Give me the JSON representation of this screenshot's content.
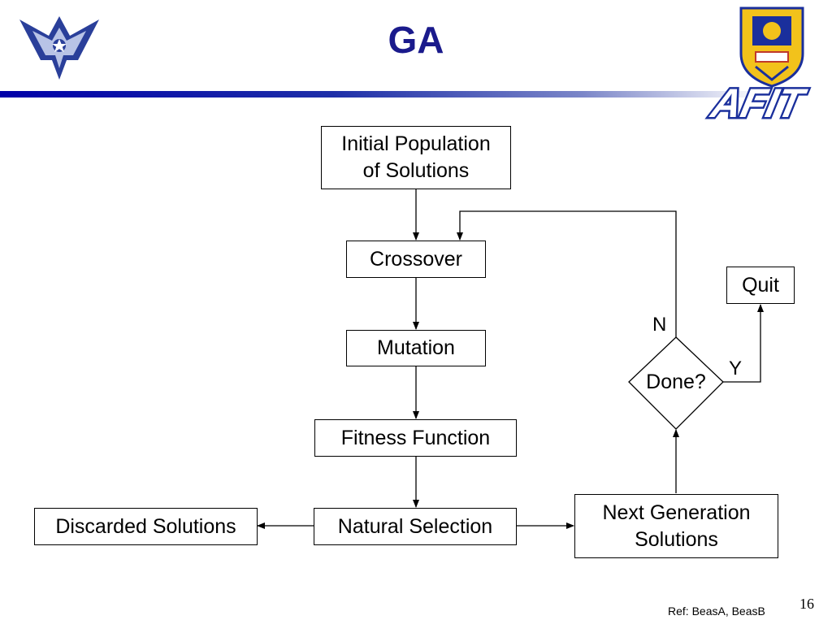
{
  "header": {
    "title": "GA",
    "left_logo_icon": "air-force-wings-logo-icon",
    "right_logo_icon": "afit-crest-logo-icon",
    "right_logo_text": "AFIT"
  },
  "flowchart": {
    "nodes": {
      "initial_population": "Initial Population\nof Solutions",
      "crossover": "Crossover",
      "mutation": "Mutation",
      "fitness_function": "Fitness Function",
      "natural_selection": "Natural Selection",
      "discarded_solutions": "Discarded Solutions",
      "next_generation": "Next Generation\nSolutions",
      "done": "Done?",
      "quit": "Quit"
    },
    "branch_labels": {
      "no": "N",
      "yes": "Y"
    }
  },
  "footer": {
    "reference": "Ref: BeasA, BeasB",
    "page_number": "16"
  },
  "colors": {
    "title": "#1a1a8c",
    "rule_start": "#0000a8",
    "logo_blue": "#1a2f9c",
    "crest_gold": "#f2c21b"
  }
}
